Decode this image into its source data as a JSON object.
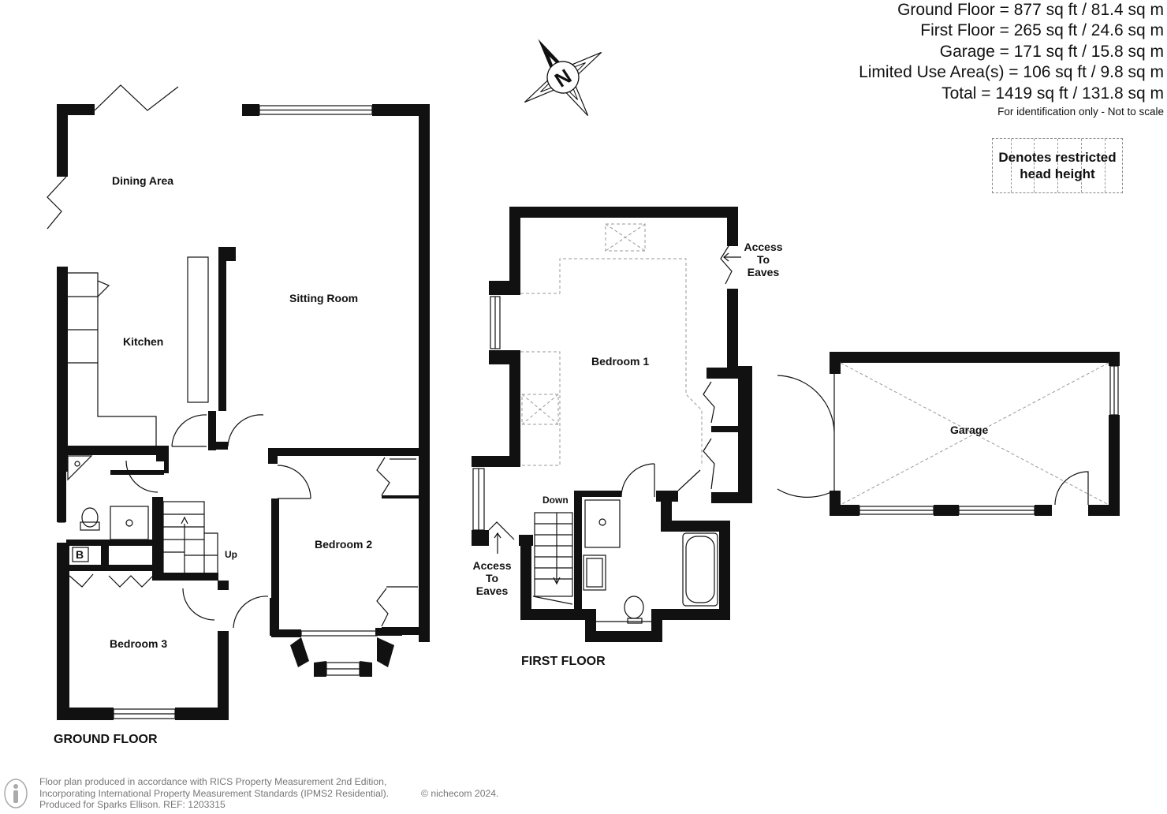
{
  "areas": {
    "lines": [
      "Ground Floor = 877 sq ft / 81.4 sq m",
      "First Floor = 265 sq ft / 24.6 sq m",
      "Garage = 171 sq ft / 15.8 sq m",
      "Limited Use Area(s) = 106 sq ft / 9.8 sq m",
      "Total = 1419 sq ft / 131.8 sq m"
    ],
    "note": "For identification only - Not to scale"
  },
  "legend": {
    "text": "Denotes restricted head height"
  },
  "compass": {
    "letter": "N"
  },
  "ground_floor": {
    "title": "GROUND FLOOR",
    "rooms": {
      "dining": "Dining Area",
      "sitting": "Sitting Room",
      "kitchen": "Kitchen",
      "bedroom2": "Bedroom 2",
      "bedroom3": "Bedroom 3",
      "boiler": "B",
      "stairs": "Up"
    }
  },
  "first_floor": {
    "title": "FIRST FLOOR",
    "rooms": {
      "bedroom1": "Bedroom 1",
      "stairs": "Down",
      "eaves_top": [
        "Access",
        "To",
        "Eaves"
      ],
      "eaves_bottom": [
        "Access",
        "To",
        "Eaves"
      ]
    }
  },
  "garage": {
    "label": "Garage"
  },
  "footer": {
    "lines": [
      "Floor plan produced in accordance with RICS Property Measurement 2nd Edition,",
      "Incorporating International Property Measurement Standards (IPMS2 Residential).",
      "Produced for Sparks Ellison.   REF: 1203315"
    ],
    "copyright": "© nichecom 2024."
  },
  "colors": {
    "wall": "#111111",
    "dashed": "#999999",
    "footer": "#777777"
  }
}
